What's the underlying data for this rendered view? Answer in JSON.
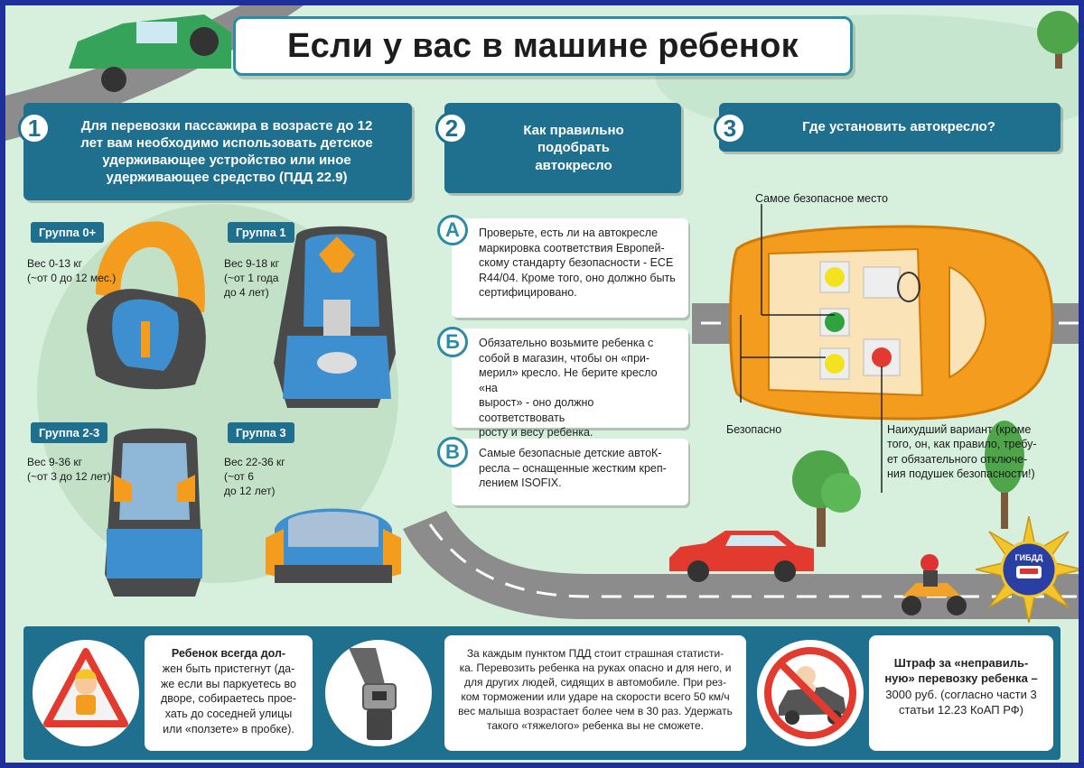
{
  "title": "Если у вас в машине ребенок",
  "sections": {
    "s1": {
      "number": "1",
      "lines": [
        "Для перевозки пассажира в возрасте до 12",
        "лет вам необходимо использовать детское",
        "удерживающее устройство или иное",
        "удерживающее средство (ПДД 22.9)"
      ]
    },
    "s2": {
      "number": "2",
      "lines": [
        "Как правильно",
        "подобрать",
        "автокресло"
      ]
    },
    "s3": {
      "number": "3",
      "lines": [
        "Где установить автокресло?"
      ]
    }
  },
  "groups": [
    {
      "tag": "Группа 0+",
      "lines": [
        "Вес 0-13 кг",
        "(~от 0 до 12 мес.)"
      ]
    },
    {
      "tag": "Группа 1",
      "lines": [
        "Вес 9-18 кг",
        "(~от 1 года",
        "до 4 лет)"
      ]
    },
    {
      "tag": "Группа 2-3",
      "lines": [
        "Вес 9-36 кг",
        "(~от 3 до 12 лет)"
      ]
    },
    {
      "tag": "Группа 3",
      "lines": [
        "Вес 22-36 кг",
        "(~от 6",
        "до 12 лет)"
      ]
    }
  ],
  "tips": [
    {
      "letter": "А",
      "lines": [
        "Проверьте, есть ли на автокресле",
        "маркировка соответствия Европей-",
        "скому стандарту безопасности - ECE",
        "R44/04. Кроме того, оно должно быть",
        "сертифицировано."
      ]
    },
    {
      "letter": "Б",
      "lines": [
        "Обязательно возьмите ребенка с",
        "собой в магазин, чтобы он «при-",
        "мерил» кресло. Не берите кресло «на",
        "вырост» - оно должно соответствовать",
        "росту и весу ребенка."
      ]
    },
    {
      "letter": "В",
      "lines": [
        "Самые безопасные детские автоК-",
        "ресла – оснащенные жестким креп-",
        "лением ISOFIX."
      ]
    }
  ],
  "car_labels": {
    "safest": "Самое безопасное место",
    "safe": "Безопасно",
    "worst": [
      "Наихудший вариант (кроме",
      "того, он, как правило, требу-",
      "ет обязательного отключе-",
      "ния подушек безопасности!)"
    ]
  },
  "emblem_text": "ГИБДД",
  "bottom": {
    "belt": [
      "Ребенок всегда дол-",
      "жен быть пристегнут (да-",
      "же если вы паркуетесь во",
      "дворе, собираетесь прое-",
      "хать до соседней улицы",
      "или «ползете» в пробке)."
    ],
    "stats": [
      "За каждым пунктом ПДД стоит страшная статисти-",
      "ка. Перевозить ребенка на руках опасно и для него, и",
      "для других людей, сидящих в автомобиле. При рез-",
      "ком торможении или ударе на скорости всего 50 км/ч",
      "вес малыша возрастает более чем в 30 раз. Удержать",
      "такого «тяжелого» ребенка вы не сможете."
    ],
    "fine": [
      "Штраф за «неправиль-",
      "ную» перевозку ребенка –",
      "3000 руб. (согласно части 3",
      "статьи 12.23 КоАП РФ)"
    ]
  },
  "colors": {
    "teal": "#1f6f8f",
    "orange": "#f39c1e",
    "border": "#1e2f9a",
    "red": "#e23a2e",
    "seat_blue": "#3d8fd0"
  }
}
